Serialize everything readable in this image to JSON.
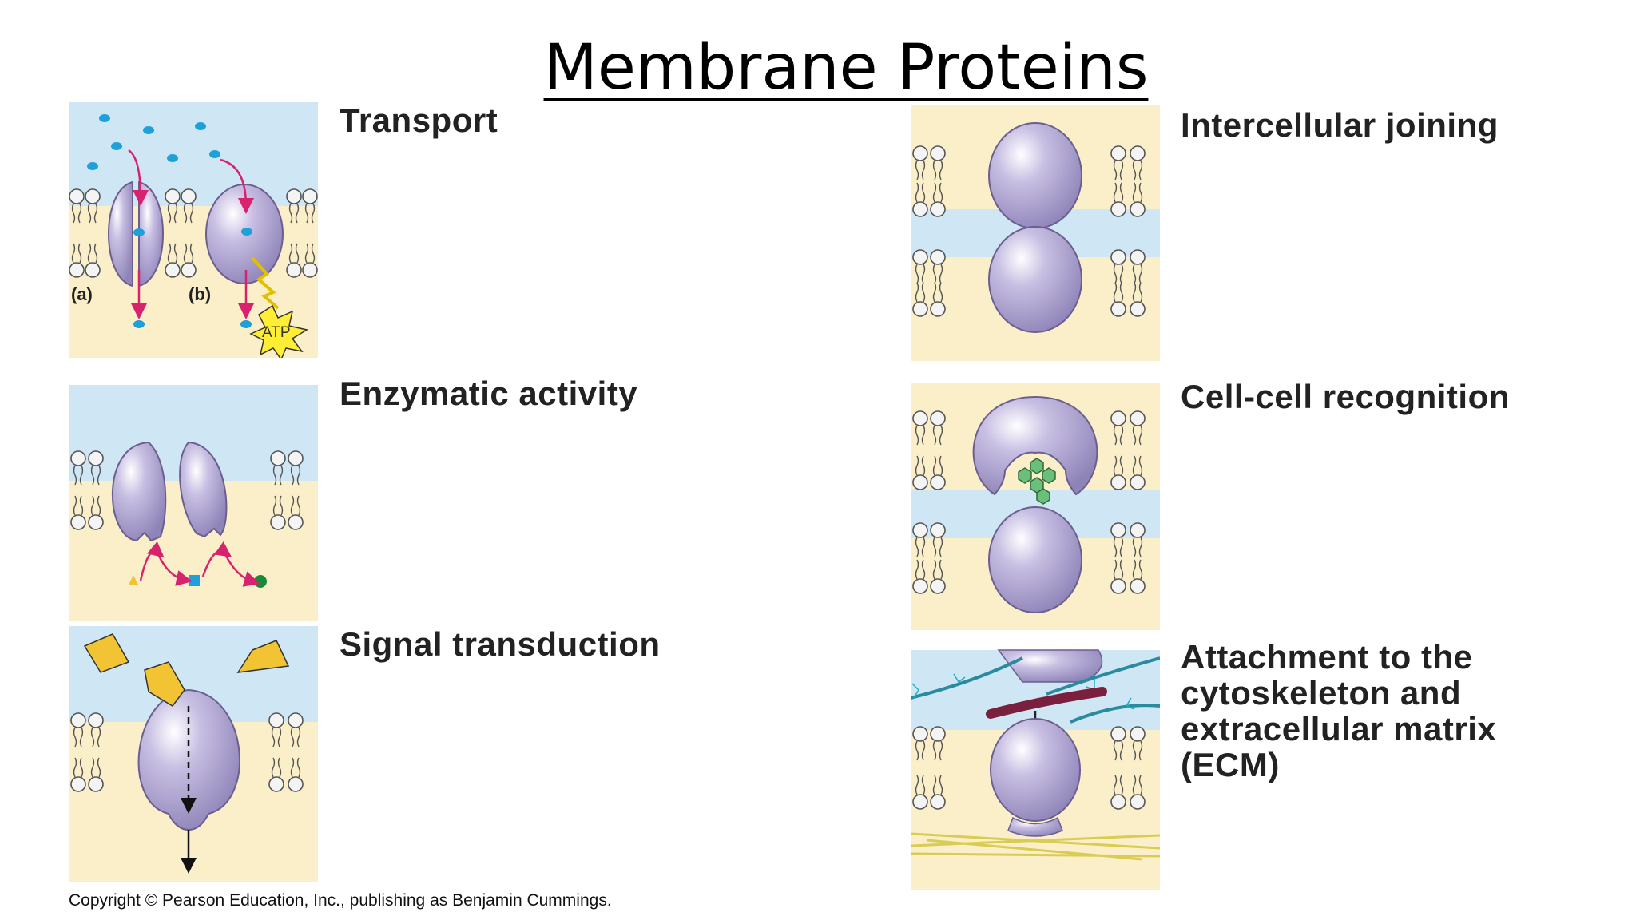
{
  "title": "Membrane Proteins",
  "functions": {
    "transport": {
      "label": "Transport",
      "sublabel_a": "(a)",
      "sublabel_b": "(b)",
      "atp": "ATP"
    },
    "enzymatic": {
      "label": "Enzymatic activity"
    },
    "signal": {
      "label": "Signal transduction"
    },
    "joining": {
      "label": "Intercellular joining"
    },
    "recognition": {
      "label": "Cell-cell recognition"
    },
    "attachment": {
      "label_lines": [
        "Attachment to the",
        "cytoskeleton and",
        "extracellular matrix",
        "(ECM)"
      ]
    }
  },
  "copyright": "Copyright © Pearson Education, Inc., publishing as Benjamin Cummings.",
  "colors": {
    "outside": "#cfe6f5",
    "inside": "#fbefc9",
    "protein": "#b3a8d4",
    "protein_stroke": "#6a5f8f",
    "solute": "#1fa0d8",
    "arrow": "#d8226e",
    "atp": "#ffee33",
    "signal": "#f2c433",
    "sugar": "#6abf7a",
    "fiber_blue": "#2a8a9e",
    "fiber_red": "#7a1f3d",
    "ecm": "#d8cc55"
  }
}
